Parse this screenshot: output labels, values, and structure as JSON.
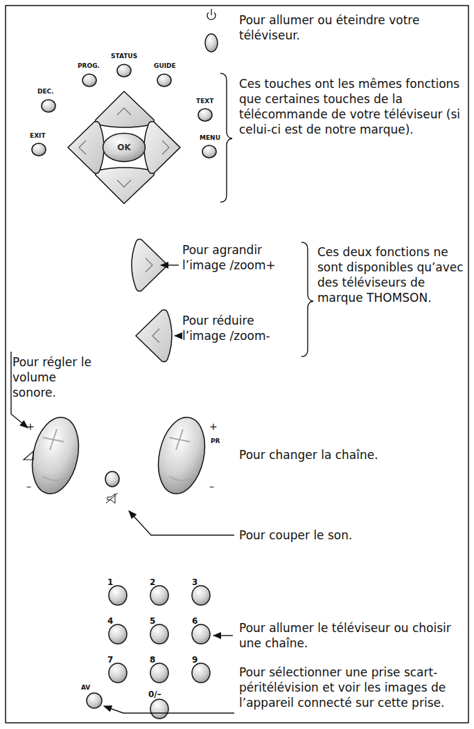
{
  "diagram": {
    "nodes": [
      {
        "text": [
          "OK"
        ]
      }
    ],
    "labels": [
      "Pour allumer ou éteindre votre téléviseur.",
      "PROG.",
      "STATUS",
      "GUIDE",
      "DEC.",
      "TEXT",
      "EXIT",
      "MENU",
      "Ces touches ont les mêmes fonctions que certaines touches de la télécommande de votre téléviseur (si celui-ci est de notre marque).",
      "Pour agrandir l’image /zoom+",
      "Ces deux fonctions ne sont disponibles qu’avec des téléviseurs de marque THOMSON.",
      "Pour réduire l’image /zoom-",
      "Pour régler le volume sonore.",
      "+",
      "–",
      "+",
      "PR",
      "–",
      "Pour changer la chaîne.",
      "Pour couper le son.",
      "1",
      "2",
      "3",
      "4",
      "5",
      "6",
      "7",
      "8",
      "9",
      "AV",
      "0/–",
      "Pour allumer le téléviseur ou choisir une chaîne.",
      "Pour sélectionner une prise scart-péritélévision et voir les images de l’appareil connecté sur cette prise."
    ]
  }
}
